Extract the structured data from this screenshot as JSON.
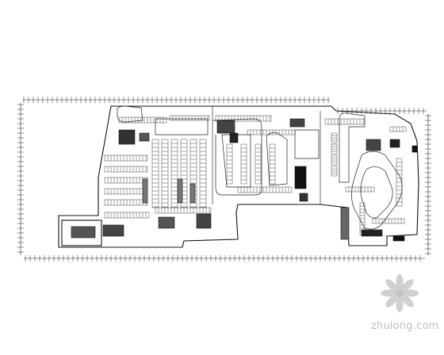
{
  "drawing": {
    "type": "basement parking floor plan (CAD)",
    "background": "#ffffff",
    "line_color": "#1a1a1a"
  },
  "watermark": {
    "text": "zhulong.com",
    "color": "#bdbdbd",
    "logo_name": "zhulong-logo"
  }
}
